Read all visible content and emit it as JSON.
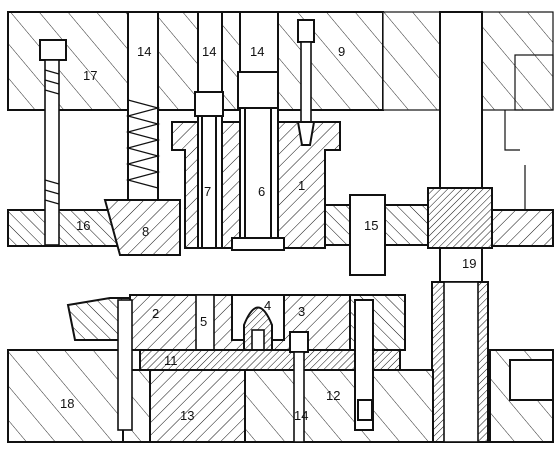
{
  "diagram": {
    "kind": "press tool assembly cross-section",
    "part_numbers": [
      "17",
      "14",
      "14",
      "14",
      "9",
      "7",
      "6",
      "1",
      "16",
      "8",
      "15",
      "19",
      "2",
      "5",
      "4",
      "3",
      "11",
      "18",
      "13",
      "14",
      "12"
    ],
    "colors": {
      "ink": "#111111",
      "paper": "#ffffff"
    }
  }
}
